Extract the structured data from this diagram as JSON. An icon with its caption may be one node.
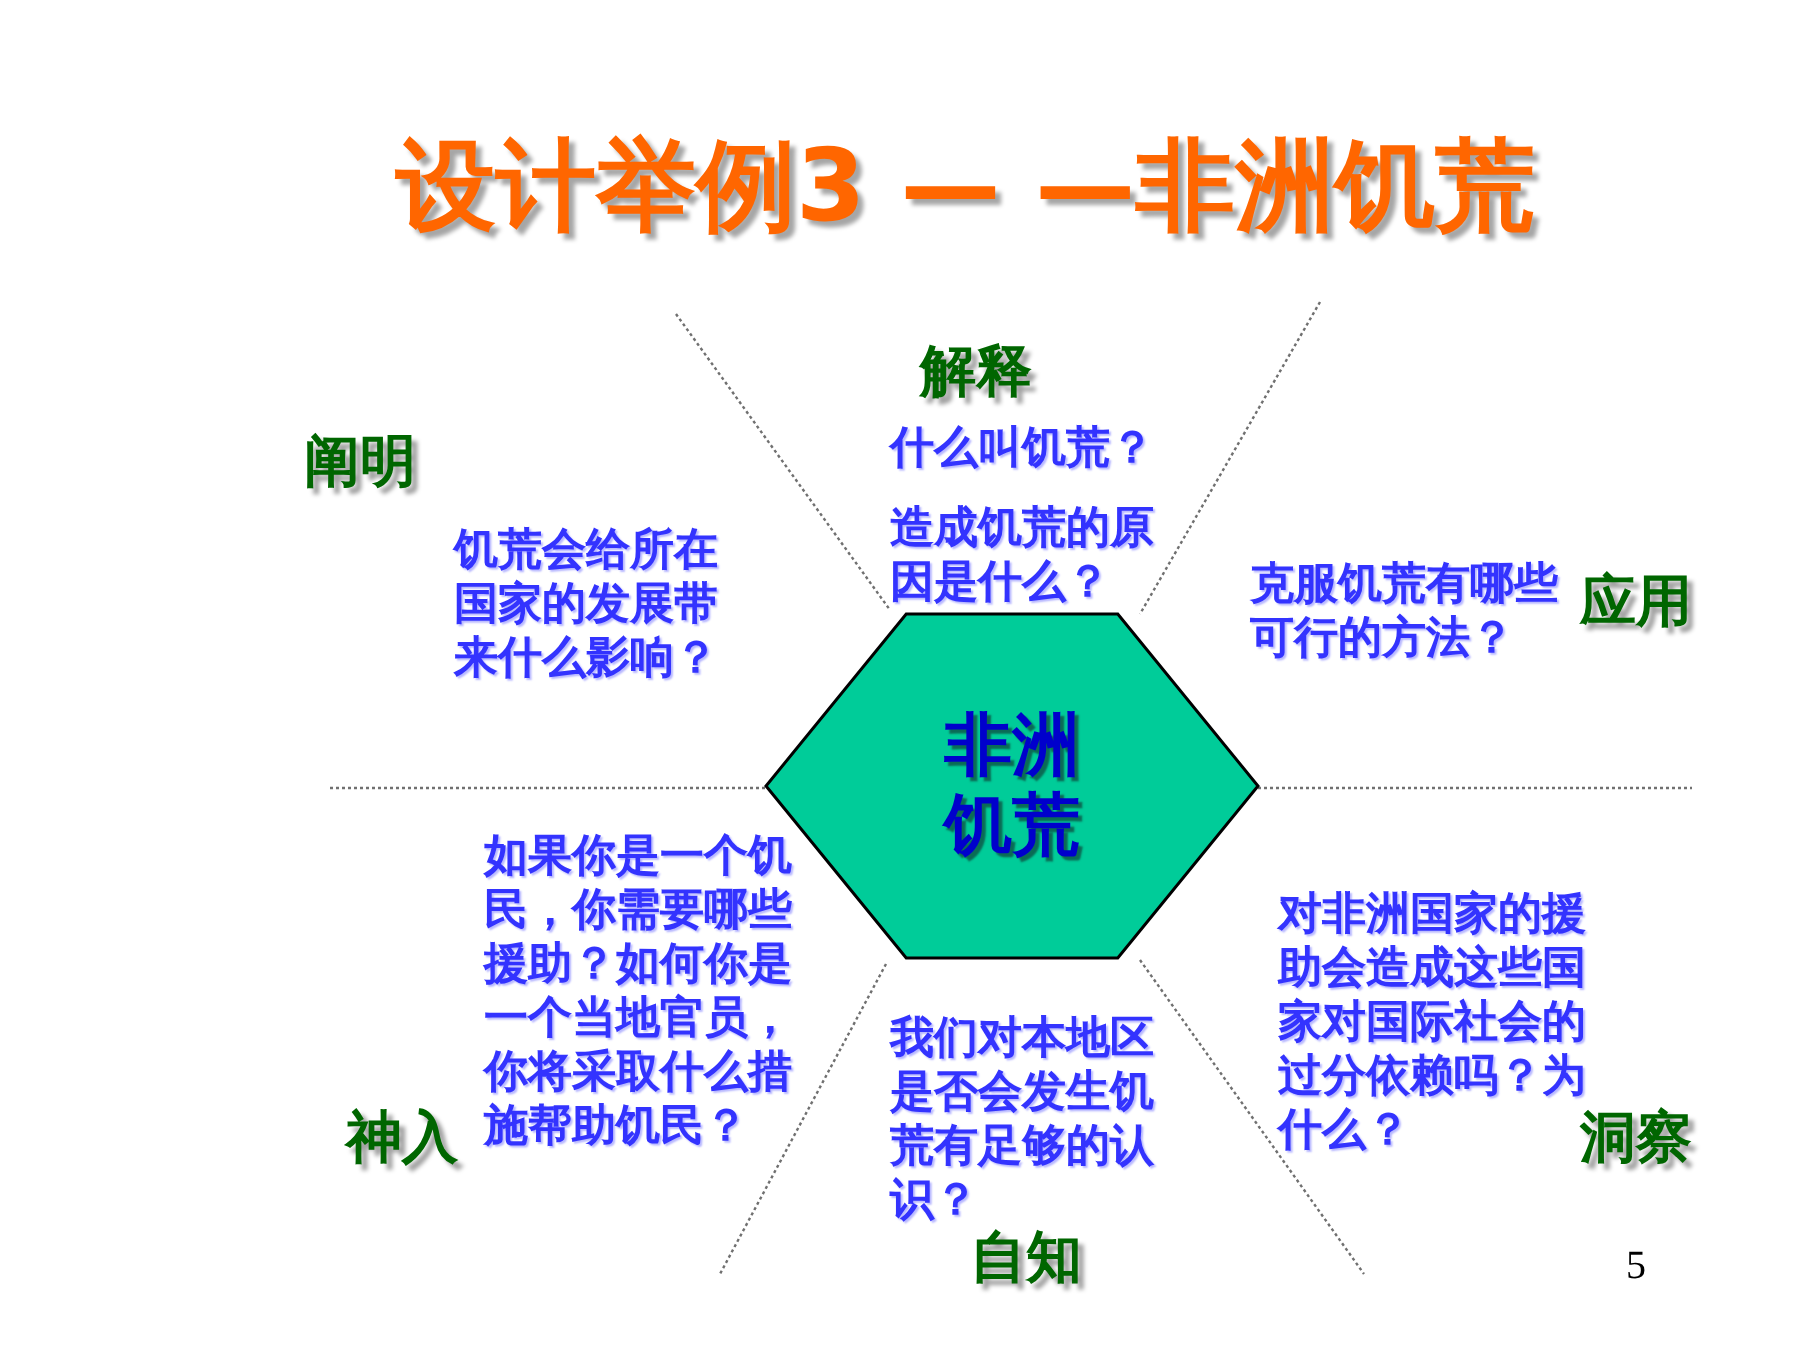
{
  "diagram": {
    "title": "设计举例3 — —非洲饥荒",
    "nodes": [
      {
        "text": [
          "非洲饥荒"
        ]
      }
    ],
    "labels": [
      "解释",
      "什么叫饥荒？",
      "阐明",
      "造成饥荒的原因是什么？",
      "饥荒会给所在国家的发展带来什么影响？",
      "克服饥荒有哪些可行的方法？",
      "应用",
      "如果你是一个饥民，你需要哪些援助？如何你是一个当地官员，你将采取什么措施帮助饥民？",
      "对非洲国家的援助会造成这些国家对国际社会的过分依赖吗？为什么？",
      "我们对本地区是否会发生饥荒有足够的认识？",
      "神入",
      "洞察",
      "自知",
      "5"
    ]
  }
}
